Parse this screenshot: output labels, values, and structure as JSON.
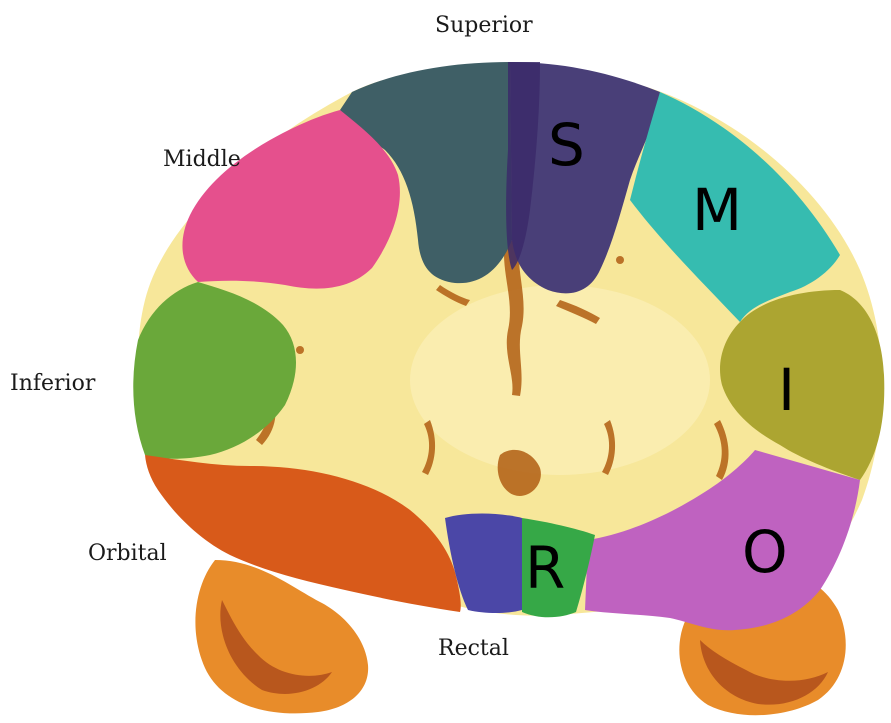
{
  "labels": {
    "superior": "Superior",
    "middle": "Middle",
    "inferior": "Inferior",
    "orbital": "Orbital",
    "rectal": "Rectal"
  },
  "letters": {
    "superior": "S",
    "middle": "M",
    "inferior": "I",
    "orbital": "O",
    "rectal": "R"
  },
  "colors": {
    "background": "#ffffff",
    "white_matter": "#f7e79a",
    "white_matter_light": "#fbf0b8",
    "sulci": "#b5661b",
    "cerebellum_tissue": "#e88c2a",
    "cerebellum_dark": "#8a3a12",
    "superior_left": "#3f5f66",
    "superior_right": "#493f78",
    "superior_medial": "#3b2a6a",
    "middle_left": "#e5508d",
    "middle_right": "#36bcb0",
    "inferior_left": "#6aa83a",
    "inferior_right": "#aca531",
    "orbital_left": "#d85a1a",
    "orbital_right": "#bf62c0",
    "rectal_left": "#4b47a7",
    "rectal_right": "#36a847"
  }
}
